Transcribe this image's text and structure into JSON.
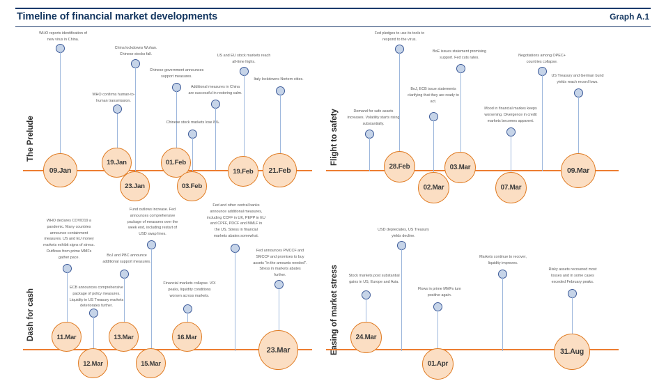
{
  "header": {
    "title": "Timeline of financial market developments",
    "graph_number": "Graph A.1",
    "accent_color": "#12355f"
  },
  "style": {
    "timeline_color": "#ED7D31",
    "bubble_fill": "#FBDEC3",
    "bubble_stroke": "#E07B22",
    "dot_fill": "#C6D4E8",
    "dot_stroke": "#3B5998",
    "stem_color": "#9DB7DC",
    "note_color": "#595959"
  },
  "panels": [
    {
      "id": "prelude",
      "axis_label": "The Prelude",
      "events": [
        {
          "date": "09.Jan",
          "note": "WHO reports identification of\nnew virus in China."
        },
        {
          "date": "19.Jan",
          "note": "WHO confirms human-to-\nhuman transmission."
        },
        {
          "date": "23.Jan",
          "note": "China lockdowns Wuhan.\nChinese stocks fall."
        },
        {
          "date": "01.Feb",
          "note": "Chinese government announces\nsupport measures."
        },
        {
          "date": "03.Feb",
          "note": "Chinese stock markets lose 8%."
        },
        {
          "date": "19.Feb",
          "note": "Additional measures in China\nare successful in restoring calm."
        },
        {
          "date": "19.Feb",
          "note": "US and EU stock markets reach\nall-time highs."
        },
        {
          "date": "21.Feb",
          "note": "Italy lockdowns Nortern cities."
        }
      ]
    },
    {
      "id": "flight-to-safety",
      "axis_label": "Flight to safety",
      "events": [
        {
          "date": "",
          "note": "Demand for safe assets\nincreases. Volatility starts rising\nsubstantially."
        },
        {
          "date": "28.Feb",
          "note": "Fed pledges to use its tools to\nrespond to the virus."
        },
        {
          "date": "02.Mar",
          "note": "BoJ, ECB issue statements\nclarifying that they are ready to\nact."
        },
        {
          "date": "03.Mar",
          "note": "BoE issues statement promising\nsupport. Fed cuts rates."
        },
        {
          "date": "07.Mar",
          "note": "Mood in financial markes keeps\nworsening. Divergence in credit\nmarkets becomes apparent."
        },
        {
          "date": "",
          "note": "Negotiations among OPEC+\ncountries collapse."
        },
        {
          "date": "09.Mar",
          "note": "US Treasury and German bund\nyields reach record lows."
        }
      ]
    },
    {
      "id": "dash-for-cash",
      "axis_label": "Dash for cash",
      "events": [
        {
          "date": "11.Mar",
          "note": "WHO declares COVID19 a\npandemic. Many countries\nannounce containment\nmeasures. US and EU money\nmarkets exhibit signs of stress.\nOutflows from prime MMFs\ngather pace."
        },
        {
          "date": "12.Mar",
          "note": "ECB announces comprehensive\npackage of policy measures.\nLiquidity in US Treasury markets\ndeteriorates further."
        },
        {
          "date": "13.Mar",
          "note": "BoJ and PBC announce\nadditional support measures."
        },
        {
          "date": "15.Mar",
          "note": "Fund outlows increase. Fed\nannounces comprehensive\npackage of measures over the\nweek end, including restart of\nUSD swap lines."
        },
        {
          "date": "16.Mar",
          "note": "Financial markets collapse. VIX\npeaks, liquidity conditions\nworsen across markets."
        },
        {
          "date": "",
          "note": "Fed and other central banks\nannounce additional measures,\nincluding CCFF in UK, PEPP in EU\nand CPFF, PDCF and MMLF in\nthe US. Stress in financial\nmarkets abates somewhat."
        },
        {
          "date": "23.Mar",
          "note": "Fed announces PMCCF and\nSMCCF and promises to buy\nassets \"in the amounts needed\".\nStress in markets abates\nfurther."
        }
      ]
    },
    {
      "id": "easing-of-market-stress",
      "axis_label": "Easing of market stress",
      "events": [
        {
          "date": "24.Mar",
          "note": "Stock markets post substantial\ngains in US, Europe and Asia."
        },
        {
          "date": "",
          "note": "USD depreciates, US Treasury\nyields decline."
        },
        {
          "date": "01.Apr",
          "note": "Flows in prime MMFs turn\npositive again."
        },
        {
          "date": "",
          "note": "Markets continue to recover,\nliquidity improves."
        },
        {
          "date": "31.Aug",
          "note": "Risky assets recovered most\nlosses and in some cases\nexceded February peaks."
        }
      ]
    }
  ]
}
